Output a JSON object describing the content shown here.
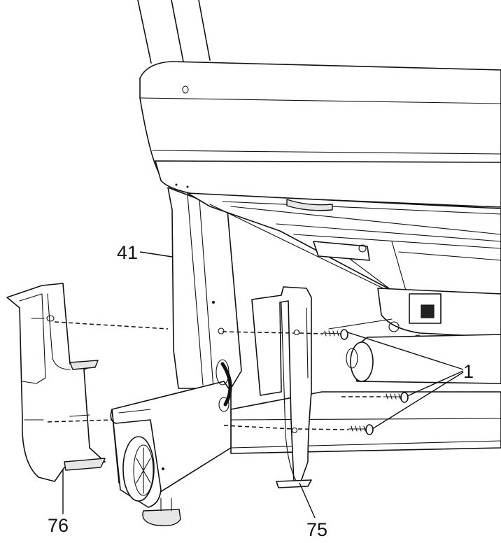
{
  "callouts": {
    "part_41": "41",
    "part_1": "1",
    "part_76": "76",
    "part_75": "75"
  }
}
